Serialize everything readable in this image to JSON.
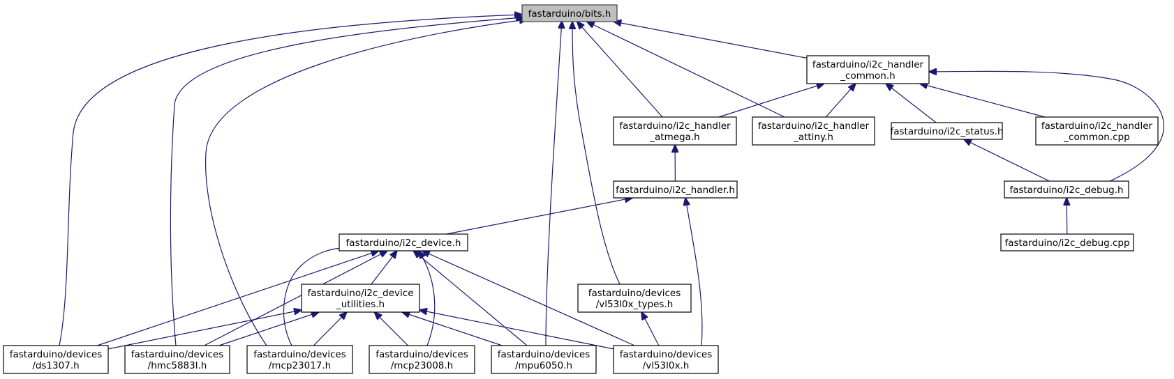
{
  "diagram": {
    "colors": {
      "edge": "#191970",
      "root_fill": "#bfbfbf",
      "node_fill": "#ffffff",
      "border": "#000000"
    },
    "nodes": [
      {
        "id": "bits",
        "lines": [
          "fastarduino/bits.h"
        ],
        "root": true
      },
      {
        "id": "hcommon",
        "lines": [
          "fastarduino/i2c_handler",
          "_common.h"
        ]
      },
      {
        "id": "atmega",
        "lines": [
          "fastarduino/i2c_handler",
          "_atmega.h"
        ]
      },
      {
        "id": "attiny",
        "lines": [
          "fastarduino/i2c_handler",
          "_attiny.h"
        ]
      },
      {
        "id": "status",
        "lines": [
          "fastarduino/i2c_status.h"
        ]
      },
      {
        "id": "commoncpp",
        "lines": [
          "fastarduino/i2c_handler",
          "_common.cpp"
        ]
      },
      {
        "id": "handler",
        "lines": [
          "fastarduino/i2c_handler.h"
        ]
      },
      {
        "id": "debugh",
        "lines": [
          "fastarduino/i2c_debug.h"
        ]
      },
      {
        "id": "debugcpp",
        "lines": [
          "fastarduino/i2c_debug.cpp"
        ]
      },
      {
        "id": "device",
        "lines": [
          "fastarduino/i2c_device.h"
        ]
      },
      {
        "id": "utilities",
        "lines": [
          "fastarduino/i2c_device",
          "_utilities.h"
        ]
      },
      {
        "id": "vltypes",
        "lines": [
          "fastarduino/devices",
          "/vl53l0x_types.h"
        ]
      },
      {
        "id": "ds1307",
        "lines": [
          "fastarduino/devices",
          "/ds1307.h"
        ]
      },
      {
        "id": "hmc",
        "lines": [
          "fastarduino/devices",
          "/hmc5883l.h"
        ]
      },
      {
        "id": "mcp23017",
        "lines": [
          "fastarduino/devices",
          "/mcp23017.h"
        ]
      },
      {
        "id": "mcp23008",
        "lines": [
          "fastarduino/devices",
          "/mcp23008.h"
        ]
      },
      {
        "id": "mpu",
        "lines": [
          "fastarduino/devices",
          "/mpu6050.h"
        ]
      },
      {
        "id": "vl",
        "lines": [
          "fastarduino/devices",
          "/vl53l0x.h"
        ]
      }
    ],
    "edges": [
      {
        "from": "hcommon",
        "to": "bits"
      },
      {
        "from": "atmega",
        "to": "bits"
      },
      {
        "from": "attiny",
        "to": "bits"
      },
      {
        "from": "vltypes",
        "to": "bits"
      },
      {
        "from": "ds1307",
        "to": "bits"
      },
      {
        "from": "hmc",
        "to": "bits"
      },
      {
        "from": "mcp23017",
        "to": "bits"
      },
      {
        "from": "mpu",
        "to": "bits"
      },
      {
        "from": "atmega",
        "to": "hcommon"
      },
      {
        "from": "attiny",
        "to": "hcommon"
      },
      {
        "from": "status",
        "to": "hcommon"
      },
      {
        "from": "commoncpp",
        "to": "hcommon"
      },
      {
        "from": "debugh",
        "to": "hcommon"
      },
      {
        "from": "handler",
        "to": "atmega"
      },
      {
        "from": "debugh",
        "to": "status"
      },
      {
        "from": "debugcpp",
        "to": "debugh"
      },
      {
        "from": "device",
        "to": "handler"
      },
      {
        "from": "vl",
        "to": "handler"
      },
      {
        "from": "utilities",
        "to": "device"
      },
      {
        "from": "ds1307",
        "to": "device"
      },
      {
        "from": "hmc",
        "to": "device"
      },
      {
        "from": "mcp23017",
        "to": "device"
      },
      {
        "from": "mcp23008",
        "to": "device"
      },
      {
        "from": "mpu",
        "to": "device"
      },
      {
        "from": "vl",
        "to": "device"
      },
      {
        "from": "ds1307",
        "to": "utilities"
      },
      {
        "from": "hmc",
        "to": "utilities"
      },
      {
        "from": "mcp23017",
        "to": "utilities"
      },
      {
        "from": "mcp23008",
        "to": "utilities"
      },
      {
        "from": "mpu",
        "to": "utilities"
      },
      {
        "from": "vl",
        "to": "utilities"
      },
      {
        "from": "vl",
        "to": "vltypes"
      }
    ]
  }
}
